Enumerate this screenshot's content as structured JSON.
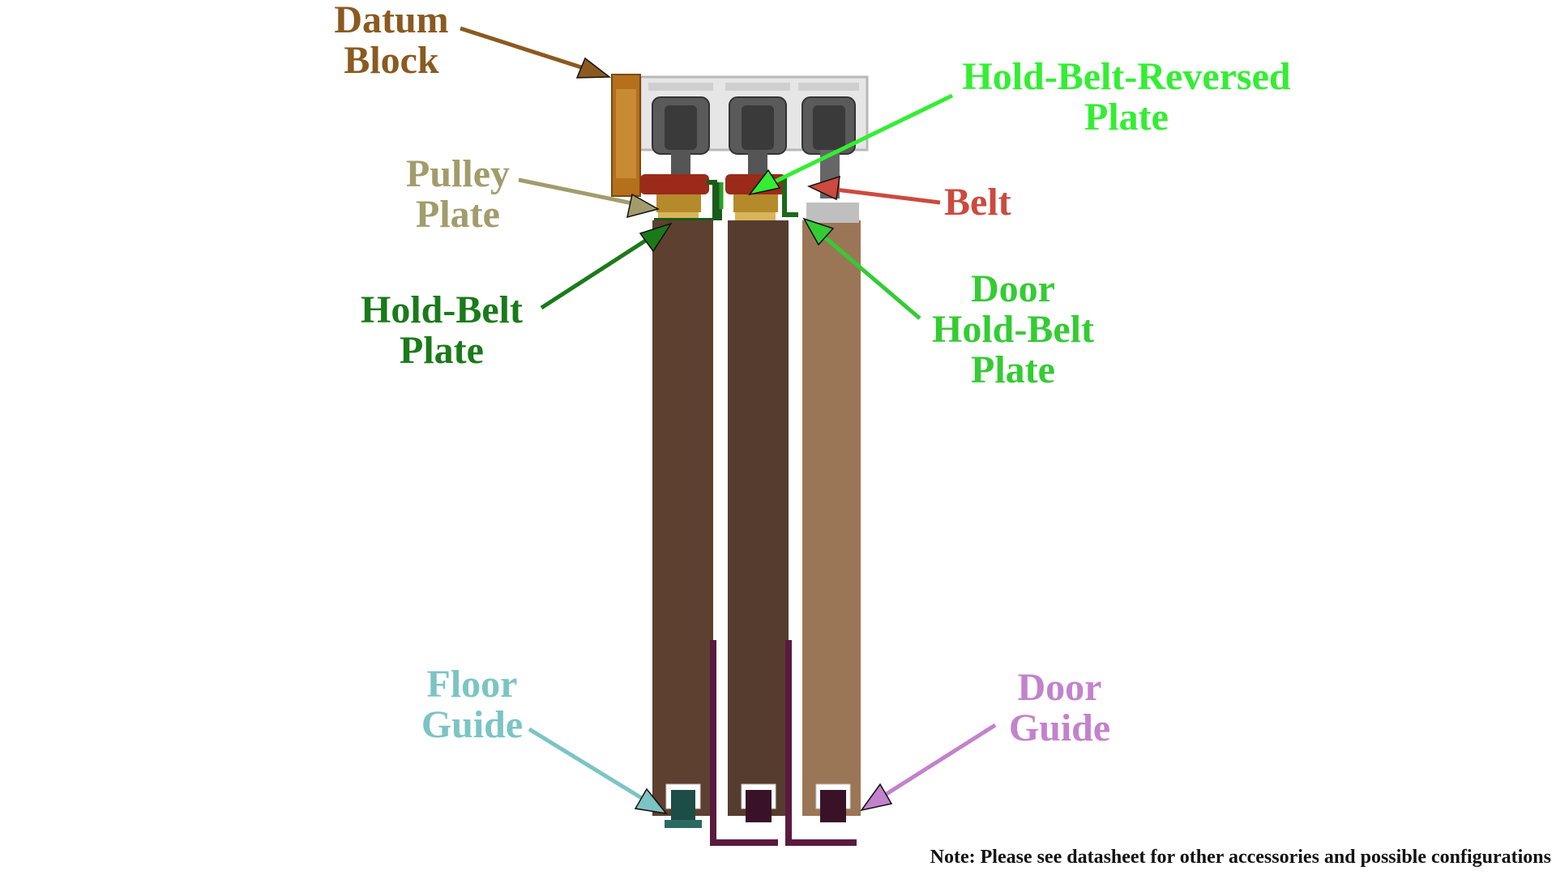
{
  "labels": {
    "datum_block": {
      "line1": "Datum",
      "line2": "Block",
      "color": "#8a5a20"
    },
    "hold_belt_reversed_plate": {
      "line1": "Hold-Belt-Reversed",
      "line2": "Plate",
      "color": "#33ee33"
    },
    "pulley_plate": {
      "line1": "Pulley",
      "line2": "Plate",
      "color": "#a29c6c"
    },
    "belt": {
      "line1": "Belt",
      "color": "#cc4a3e"
    },
    "hold_belt_plate": {
      "line1": "Hold-Belt",
      "line2": "Plate",
      "color": "#1a7a1a"
    },
    "door_hold_belt_plate": {
      "line1": "Door",
      "line2": "Hold-Belt",
      "line3": "Plate",
      "color": "#33cc33"
    },
    "floor_guide": {
      "line1": "Floor",
      "line2": "Guide",
      "color": "#7cc4c4"
    },
    "door_guide": {
      "line1": "Door",
      "line2": "Guide",
      "color": "#c382cc"
    }
  },
  "note": "Note: Please see datasheet for other accessories and possible configurations",
  "colors": {
    "door_dark": "#5e4030",
    "door_mid": "#563c2e",
    "door_light": "#9b7656",
    "track": "#d8d8d8",
    "roller": "#4a4a4a",
    "pulley_red": "#9b2a1a",
    "brass": "#b58a2a",
    "guide_purple": "#5a1a3e",
    "floor_guide_teal": "#1d4d47",
    "datum_brown": "#b5701c"
  }
}
